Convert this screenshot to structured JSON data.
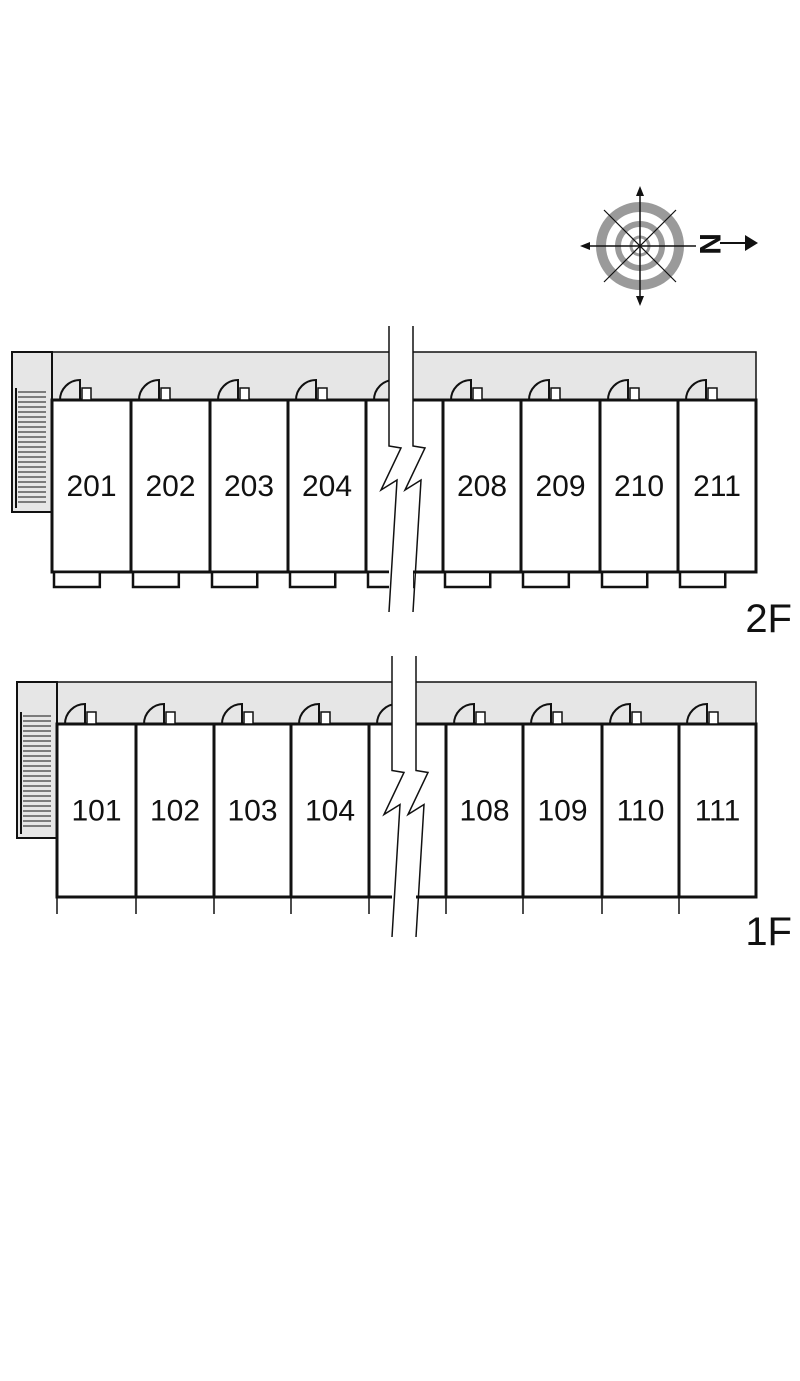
{
  "compass": {
    "icon": "compass-rose-icon",
    "north_letter": "N"
  },
  "floors": [
    {
      "label": "2F",
      "units": [
        "201",
        "202",
        "203",
        "204",
        "",
        "208",
        "209",
        "210",
        "211"
      ]
    },
    {
      "label": "1F",
      "units": [
        "101",
        "102",
        "103",
        "104",
        "",
        "108",
        "109",
        "110",
        "111"
      ]
    }
  ],
  "colors": {
    "corridor": "#e6e6e6",
    "line": "#111111",
    "compass_ring": "#9a9a9a"
  }
}
